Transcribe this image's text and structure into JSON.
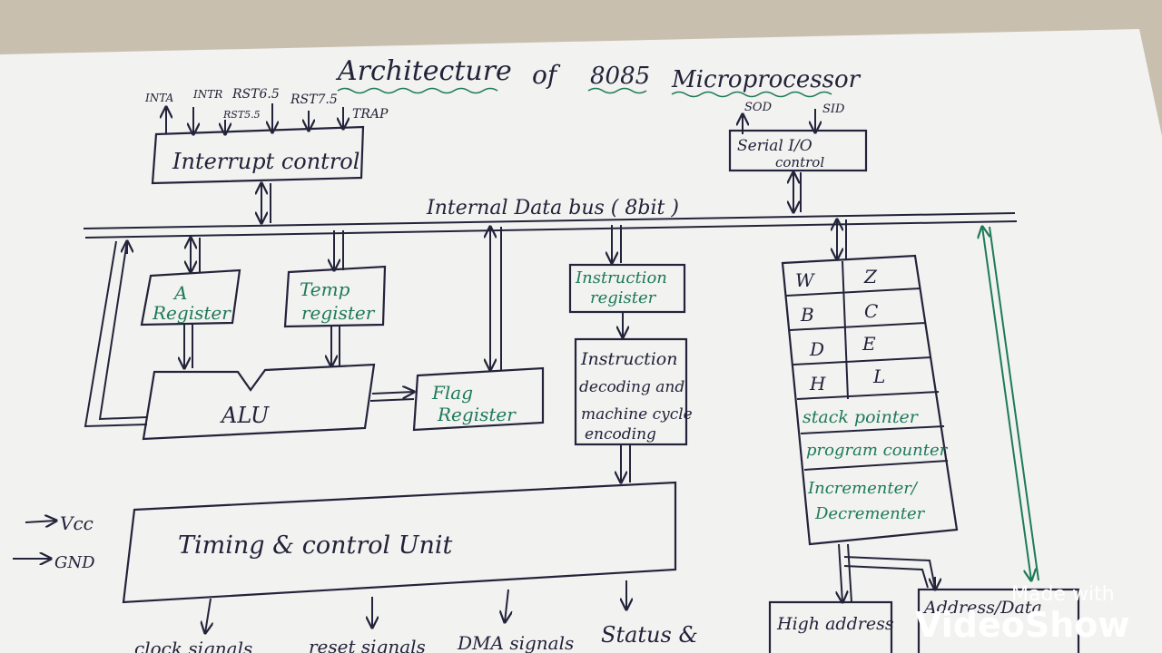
{
  "title": {
    "word1": "Architecture",
    "word2": "of",
    "word3": "8085",
    "word4": "Microprocessor"
  },
  "interrupt_pins": {
    "inta": "INTA",
    "intr": "INTR",
    "rst65": "RST6.5",
    "rst55": "RST5.5",
    "rst75": "RST7.5",
    "trap": "TRAP"
  },
  "serial_pins": {
    "sod": "SOD",
    "sid": "SID"
  },
  "blocks": {
    "interrupt_control": "Interrupt control",
    "serial_io_line1": "Serial I/O",
    "serial_io_line2": "control",
    "internal_bus": "Internal Data bus ( 8bit )",
    "a_reg_line1": "A",
    "a_reg_line2": "Register",
    "temp_reg_line1": "Temp",
    "temp_reg_line2": "register",
    "alu": "ALU",
    "flag_line1": "Flag",
    "flag_line2": "Register",
    "ir_line1": "Instruction",
    "ir_line2": "register",
    "decode_line1": "Instruction",
    "decode_line2": "decoding and",
    "decode_line3": "machine cycle",
    "decode_line4": "encoding",
    "timing": "Timing & control Unit",
    "high_addr": "High address",
    "addr_data": "Address/Data"
  },
  "register_array": {
    "pairs": [
      [
        "W",
        "Z"
      ],
      [
        "B",
        "C"
      ],
      [
        "D",
        "E"
      ],
      [
        "H",
        "L"
      ]
    ],
    "stack_pointer": "stack pointer",
    "program_counter": "program counter",
    "incdec_line1": "Incrementer/",
    "incdec_line2": "Decrementer"
  },
  "power": {
    "vcc": "Vcc",
    "gnd": "GND"
  },
  "outputs": {
    "clock": "clock signals",
    "reset": "reset signals",
    "dma": "DMA signals",
    "status": "Status &"
  },
  "watermark": {
    "line1": "Made with",
    "line2": "VideoShow"
  },
  "colors": {
    "ink": "#23233b",
    "green_ink": "#1d7a5a",
    "paper": "#f2f2f0",
    "table": "#c9bfae"
  }
}
